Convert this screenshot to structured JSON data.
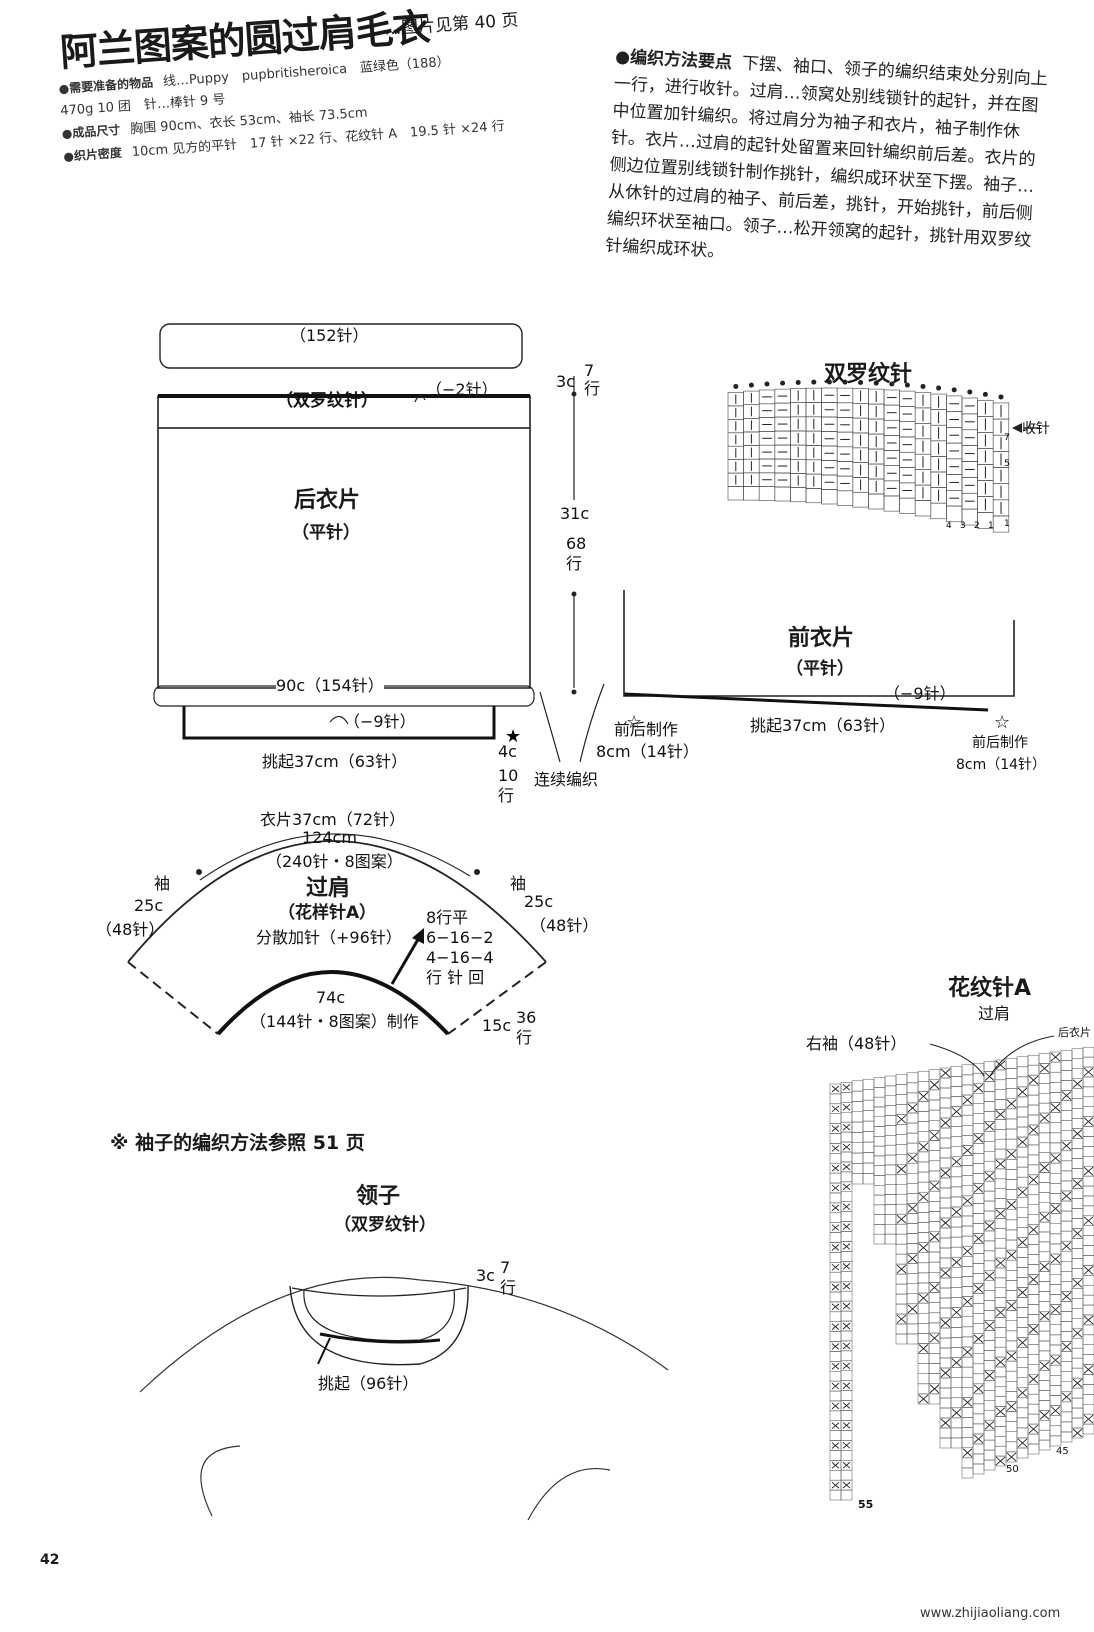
{
  "title": "阿兰图案的圆过肩毛衣",
  "title_ref": "…图片见第 40 页",
  "materials": {
    "label": "●需要准备的物品",
    "yarn": "线…Puppy　pupbritisheroica　蓝绿色（188）",
    "amount": "470g 10 团　针…棒针 9 号"
  },
  "size": {
    "label": "●成品尺寸",
    "value": "胸围 90cm、衣长 53cm、袖长 73.5cm"
  },
  "gauge": {
    "label": "●织片密度",
    "value": "10cm 见方的平针　17 针 ×22 行、花纹针 A　19.5 针 ×24 行"
  },
  "method": {
    "head": "●编织方法要点",
    "text": "下摆、袖口、领子的编织结束处分别向上一行，进行收针。过肩…领窝处别线锁针的起针，并在图中位置加针编织。将过肩分为袖子和衣片，袖子制作休针。衣片…过肩的起针处留置来回针编织前后差。衣片的侧边位置别线锁针制作挑针，编织成环状至下摆。袖子…从休针的过肩的袖子、前后差，挑针，开始挑针，前后侧编织环状至袖口。领子…松开领窝的起针，挑针用双罗纹针编织成环状。"
  },
  "back": {
    "title": "后衣片",
    "stitch": "（平针）",
    "top_label": "（152针）",
    "rib_label": "（双罗纹针）",
    "dec_top": "（−2针）",
    "width_label": "90c（154针）",
    "dec_bottom": "（−9针）",
    "pickup": "挑起37cm（63针）"
  },
  "side": {
    "rib_h": "3c",
    "rib_rows": "7 行",
    "body_h": "31c",
    "body_rows": "68 行",
    "yoke_h": "4c",
    "yoke_rows": "10 行",
    "continue": "连续编织"
  },
  "front": {
    "title": "前衣片",
    "stitch": "（平针）",
    "dec": "（−9针）",
    "pickup": "挑起37cm（63针）",
    "left_note1": "前后制作",
    "left_note2": "8cm（14针）",
    "right_note1": "前后制作",
    "right_note2": "8cm（14针）"
  },
  "rib_chart": {
    "title": "双罗纹针",
    "bindoff": "收针",
    "row_nums": [
      "7",
      "5",
      "1"
    ],
    "col_nums": [
      "4",
      "3",
      "2",
      "1"
    ]
  },
  "yoke": {
    "body_arc": "衣片37cm（72针）",
    "circ": "124cm",
    "circ_sts": "（240针・8图案）",
    "title": "过肩",
    "stitch": "（花样针A）",
    "inc": "分散加针（+96针）",
    "sleeve_l": "袖",
    "sleeve_l_w": "25c",
    "sleeve_l_sts": "（48针）",
    "sleeve_r": "袖",
    "sleeve_r_w": "25c",
    "sleeve_r_sts": "（48针）",
    "neck": "74c",
    "neck_sts": "（144针・8图案）制作",
    "height": "15c",
    "height_rows": "36 行",
    "shaping": [
      "8行平",
      "6−16−2",
      "4−16−4",
      "行 针 回"
    ]
  },
  "sleeve_note": "※ 袖子的编织方法参照 51 页",
  "collar": {
    "title": "领子",
    "stitch": "（双罗纹针）",
    "h": "3c",
    "rows": "7 行",
    "pickup": "挑起（96针）"
  },
  "pattern_a": {
    "title": "花纹针A",
    "sub": "过肩",
    "right_sleeve": "右袖（48针）",
    "back_label": "后衣片",
    "row_55": "55",
    "row_50": "50",
    "row_45": "45"
  },
  "page_number": "42",
  "watermark": "www.zhijiaoliang.com"
}
